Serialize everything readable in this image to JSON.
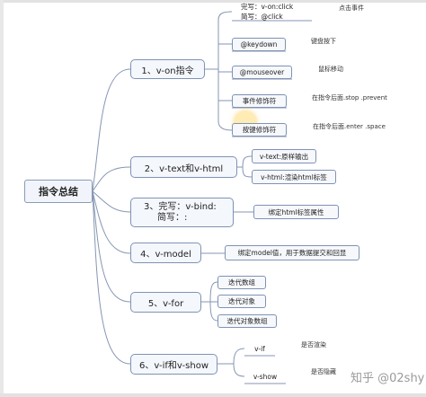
{
  "root": {
    "label": "指令总结"
  },
  "branches": [
    {
      "label": "1、v-on指令",
      "items": [
        {
          "lines": [
            "完写：v-on:click",
            "简写：@click"
          ],
          "note": "点击事件"
        },
        {
          "text": "@keydown",
          "note": "键盘按下"
        },
        {
          "text": "@mouseover",
          "note": "鼠标移动"
        },
        {
          "text": "事件修饰符",
          "note": "在指令后面.stop .prevent"
        },
        {
          "text": "按键修饰符",
          "note": "在指令后面.enter .space"
        }
      ]
    },
    {
      "label": "2、v-text和v-html",
      "items": [
        {
          "text": "v-text:原样输出"
        },
        {
          "text": "v-html:渲染html标签"
        }
      ]
    },
    {
      "lines": [
        "3、完写：v-bind:",
        "简写：:"
      ],
      "items": [
        {
          "text": "绑定html标签属性"
        }
      ]
    },
    {
      "label": "4、v-model",
      "items": [
        {
          "text": "绑定model值，用于数据提交和回显"
        }
      ]
    },
    {
      "label": "5、v-for",
      "items": [
        {
          "text": "迭代数组"
        },
        {
          "text": "迭代对象"
        },
        {
          "text": "迭代对象数组"
        }
      ]
    },
    {
      "label": "6、v-if和v-show",
      "items": [
        {
          "text": "v-if",
          "note": "是否渲染"
        },
        {
          "text": "v-show",
          "note": "是否隐藏"
        }
      ]
    }
  ],
  "watermark": {
    "text": "知乎 @02shy"
  },
  "colors": {
    "line": "#8696b4",
    "node_border": "#7f93b4",
    "node_fill": "#f4f7fc"
  }
}
